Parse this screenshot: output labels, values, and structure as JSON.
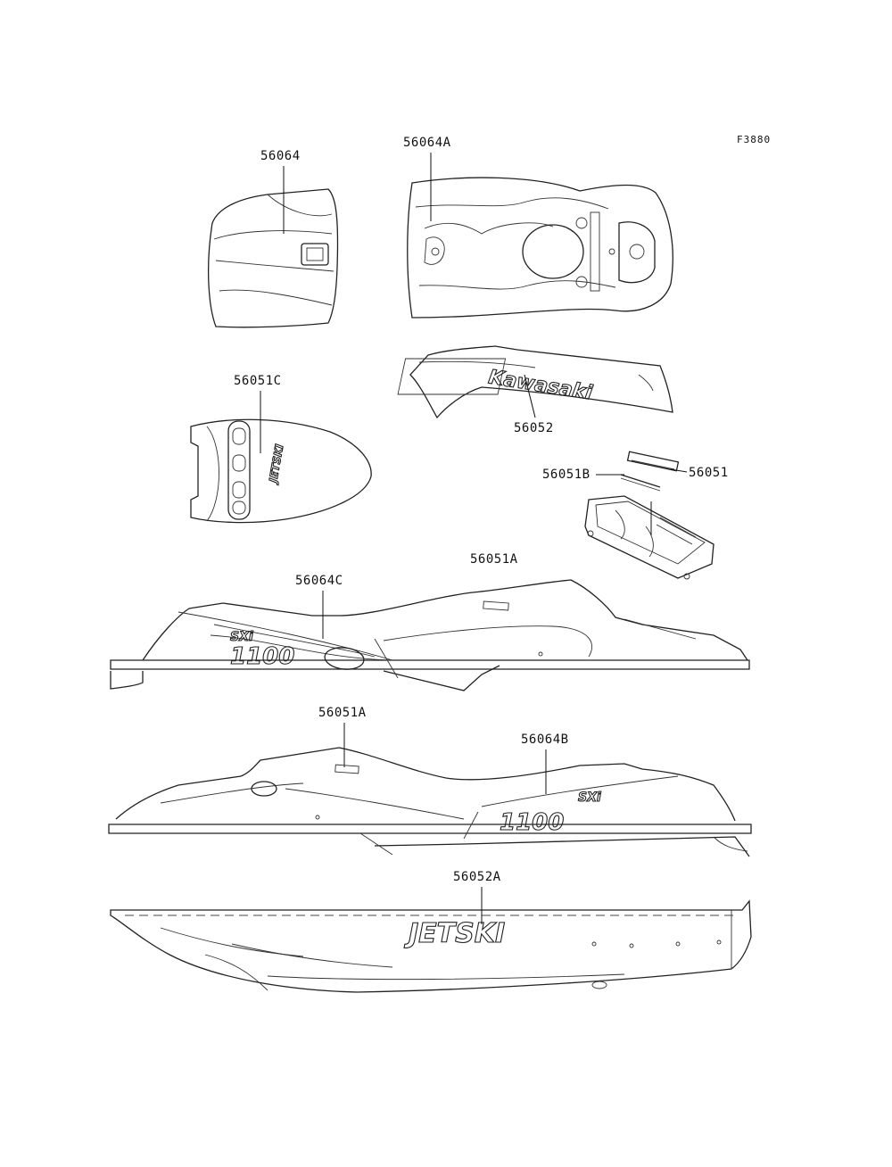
{
  "figure_code": "F3880",
  "callouts": {
    "hood_front": "56064",
    "deck_top": "56064A",
    "side_panel": "56052",
    "bow_deck": "56051C",
    "small_decal_b": "56051B",
    "small_decal": "56051",
    "seat_part": "56051A",
    "left_side": "56064C",
    "right_side_part": "56051A",
    "right_side": "56064B",
    "hull": "56052A"
  },
  "decals": {
    "brand": "Kawasaki",
    "model_badge": "SXi",
    "model_number": "1100",
    "hull_logo": "JETSKI"
  }
}
